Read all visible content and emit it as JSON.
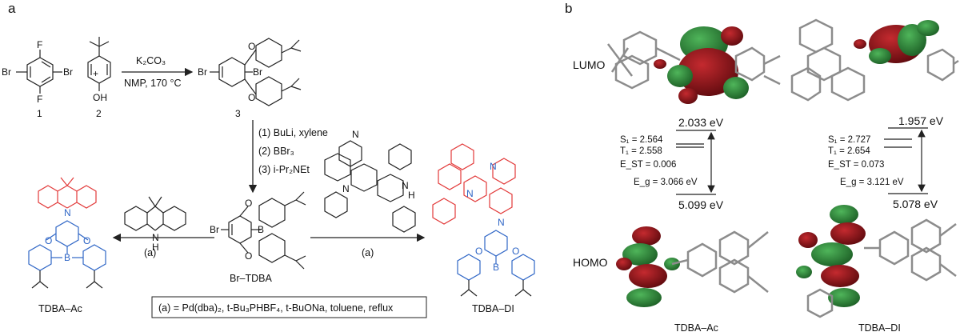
{
  "panels": {
    "a": "a",
    "b": "b"
  },
  "reaction": {
    "compound1": {
      "number": "1",
      "atoms": {
        "br_left": "Br",
        "br_right": "Br",
        "f_top": "F",
        "f_bottom": "F"
      }
    },
    "compound2": {
      "number": "2",
      "atoms": {
        "oh": "OH"
      }
    },
    "plus": "+",
    "step1": {
      "reagent": "K₂CO₃",
      "conditions": "NMP, 170 °C"
    },
    "compound3": {
      "number": "3",
      "atoms": {
        "br1": "Br",
        "br2": "Br",
        "o1": "O",
        "o2": "O"
      }
    },
    "step2": {
      "s1": "(1) BuLi, xylene",
      "s2": "(2) BBr₃",
      "s3": "(3) i-Pr₂NEt"
    },
    "brtdba": {
      "name": "Br–TDBA",
      "atoms": {
        "br": "Br",
        "b": "B",
        "o1": "O",
        "o2": "O"
      }
    },
    "acridan": {
      "atoms": {
        "n": "N",
        "h": "H"
      }
    },
    "indolocarbazole": {
      "atoms": {
        "n1": "N",
        "n2": "N",
        "n3": "N",
        "h": "H"
      }
    },
    "step_left": "(a)",
    "step_right": "(a)",
    "footnote": "(a) = Pd(dba)₂, t-Bu₃PHBF₄, t-BuONa, toluene, reflux",
    "tdba_ac": {
      "name": "TDBA–Ac",
      "atoms": {
        "n": "N",
        "b": "B",
        "o1": "O",
        "o2": "O"
      }
    },
    "tdba_di": {
      "name": "TDBA–DI",
      "atoms": {
        "n1": "N",
        "n2": "N",
        "n3": "N",
        "b": "B",
        "o1": "O",
        "o2": "O"
      }
    }
  },
  "orbitals": {
    "lumo_label": "LUMO",
    "homo_label": "HOMO",
    "ac": {
      "name": "TDBA–Ac",
      "lumo": "2.033 eV",
      "homo": "5.099 eV",
      "s1": "S₁ = 2.564",
      "t1": "T₁ = 2.558",
      "est": "E_ST = 0.006",
      "eg": "E_g = 3.066 eV"
    },
    "di": {
      "name": "TDBA–DI",
      "lumo": "1.957 eV",
      "homo": "5.078 eV",
      "s1": "S₁ = 2.727",
      "t1": "T₁ = 2.654",
      "est": "E_ST = 0.073",
      "eg": "E_g = 3.121 eV"
    }
  },
  "colors": {
    "donor": "#e23a3a",
    "acceptor": "#2f66c6",
    "lobe_red": "#8b0f14",
    "lobe_green": "#2f8a3a",
    "frame": "#8c8c8c"
  }
}
